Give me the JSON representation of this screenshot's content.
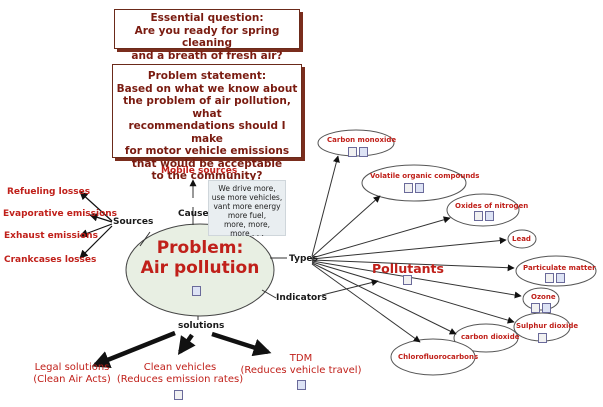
{
  "essential": {
    "title": "Essential question:",
    "line1": "Are you ready for spring cleaning",
    "line2": "and a breath of fresh air?"
  },
  "problem_statement": {
    "title": "Problem statement:",
    "lines": [
      "Based on what we know about",
      "the problem of air pollution, what",
      "recommendations should I make",
      "for motor vehicle emissions",
      "that would be acceptable",
      "to the community?"
    ]
  },
  "central": {
    "line1": "Problem:",
    "line2": "Air pollution"
  },
  "links": {
    "causes": "Causes",
    "sources": "Sources",
    "types": "Types",
    "indicators": "Indicators",
    "solutions": "solutions"
  },
  "mobile_sources": "Mobile sources",
  "note": "We drive more,\nuse more vehicles,\nvant more energy\nmore fuel,\nmore, more,\nmore . . .",
  "sources": [
    "Refueling losses",
    "Evaporative emissions",
    "Exhaust emissions",
    "Crankcases losses"
  ],
  "pollutants_title": "Pollutants",
  "pollutants": [
    "Carbon monoxide",
    "Volatile organic compounds",
    "Oxides of nitrogen",
    "Lead",
    "Particulate matter",
    "Ozone",
    "Sulphur dioxide",
    "carbon dioxide",
    "Chlorofluorocarbons"
  ],
  "solutions": {
    "legal": [
      "Legal solutions",
      "(Clean Air Acts)"
    ],
    "vehicles": [
      "Clean vehicles",
      "(Reduces emission rates)"
    ],
    "tdm": [
      "TDM",
      "(Reduces vehicle travel)"
    ]
  },
  "colors": {
    "node_text": "#c0201a",
    "box_text": "#7a1b10",
    "link_text": "#1a1a1a",
    "note_bg": "#e9eef1"
  }
}
